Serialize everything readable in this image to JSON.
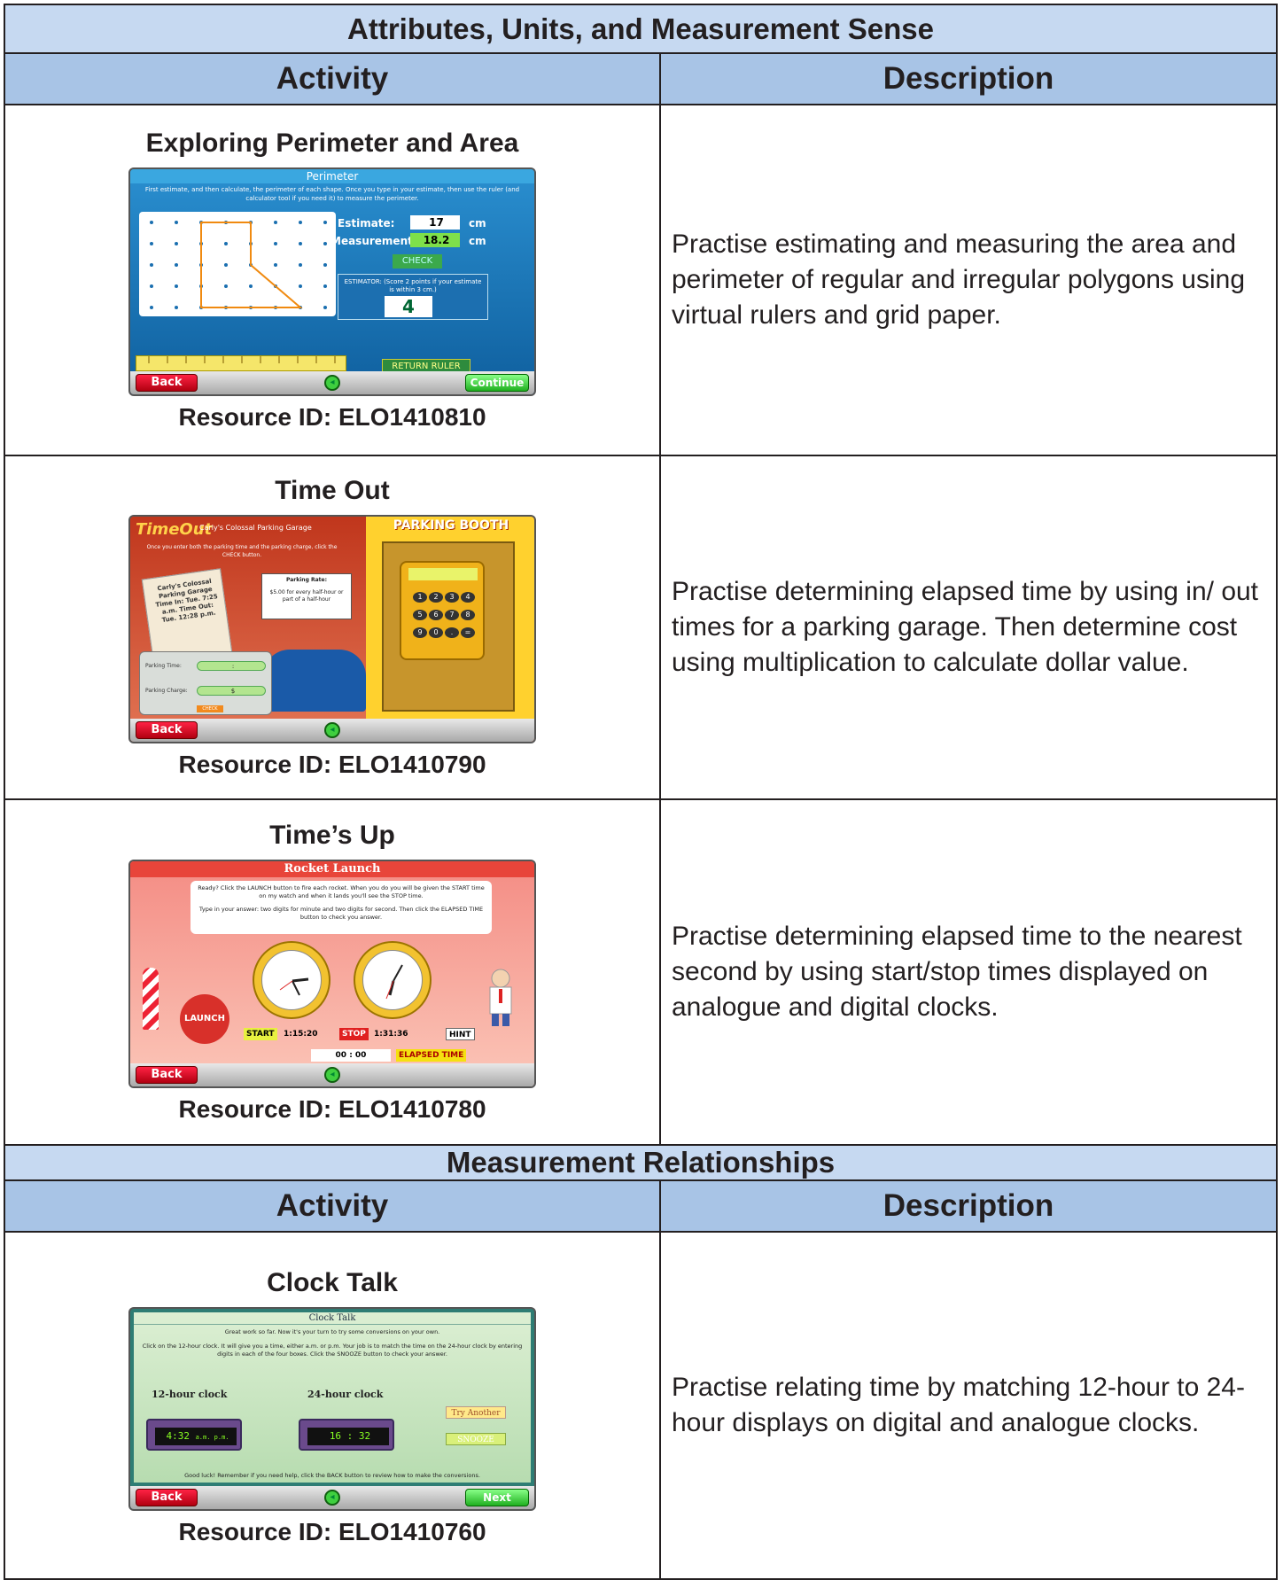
{
  "sections": [
    {
      "title": "Attributes, Units, and Measurement Sense",
      "col_activity": "Activity",
      "col_description": "Description",
      "rows": [
        {
          "title": "Exploring Perimeter and Area",
          "resource_id": "Resource ID: ELO1410810",
          "description": "Practise estimating and measuring the area and perimeter of regular and irregular polygons using virtual rulers and grid paper.",
          "shot": {
            "header": "Perimeter",
            "instructions": "First estimate, and then calculate, the perimeter of each shape. Once you type in your estimate, then use the ruler (and calculator tool if you need it) to measure the perimeter.",
            "estimate_label": "Estimate:",
            "estimate_value": "17",
            "measurement_label": "Measurement:",
            "measurement_value": "18.2",
            "unit": "cm",
            "check": "CHECK",
            "estimator_text": "ESTIMATOR: (Score 2 points if your estimate is within 3 cm.)",
            "score": "4",
            "return_ruler": "RETURN RULER",
            "back": "Back",
            "continue": "Continue"
          }
        },
        {
          "title": "Time Out",
          "resource_id": "Resource ID: ELO1410790",
          "description": "Practise determining elapsed time by using in/ out times for a parking garage. Then determine cost using multiplication to calculate dollar value.",
          "shot": {
            "logo": "TimeOut",
            "garage": "Carly's Colossal Parking Garage",
            "instructions": "Once you enter both the parking time and the parking charge, click the CHECK button.",
            "ticket": "Carly's Colossal Parking Garage Time In: Tue. 7:25 a.m. Time Out: Tue. 12:28 p.m.",
            "rate_title": "Parking Rate:",
            "rate_text": "$5.00 for every half-hour or part of a half-hour",
            "parking_time_label": "Parking Time:",
            "parking_time_value": ":",
            "parking_charge_label": "Parking Charge:",
            "parking_charge_value": "$",
            "check": "CHECK",
            "booth": "PARKING BOOTH",
            "keys": [
              "1",
              "2",
              "3",
              "4",
              "5",
              "6",
              "7",
              "8",
              "9",
              "0",
              ".",
              "="
            ],
            "back": "Back"
          }
        },
        {
          "title": "Time’s Up",
          "resource_id": "Resource ID: ELO1410780",
          "description": "Practise determining elapsed time to the nearest second by using start/stop times displayed on analogue and digital clocks.",
          "shot": {
            "header": "Rocket Launch",
            "instructions_1": "Ready? Click the LAUNCH button to fire each rocket. When you do you will be given the START time on my watch and when it lands you'll see the STOP time.",
            "instructions_2": "Type in your answer: two digits for minute and two digits for second. Then click the ELAPSED TIME button to check you answer.",
            "launch": "LAUNCH",
            "start_label": "START",
            "start_time": "1:15:20",
            "stop_label": "STOP",
            "stop_time": "1:31:36",
            "hint": "HINT",
            "answer": "00 : 00",
            "elapsed": "ELAPSED TIME",
            "back": "Back"
          }
        }
      ]
    },
    {
      "title": "Measurement Relationships",
      "col_activity": "Activity",
      "col_description": "Description",
      "rows": [
        {
          "title": "Clock Talk",
          "resource_id": "Resource ID: ELO1410760",
          "description": "Practise relating time by matching 12-hour to 24-hour displays on digital and analogue clocks.",
          "shot": {
            "header": "Clock Talk",
            "intro": "Great work so far. Now it's your turn to try some conversions on your own.",
            "instructions": "Click on the 12-hour clock. It will give you a time, either a.m. or p.m. Your job is to match the time on the 24-hour clock by entering digits in each of the four boxes. Click the SNOOZE button to check your answer.",
            "label_12": "12-hour clock",
            "label_24": "24-hour clock",
            "time_12": "4:32",
            "ampm": "a.m. p.m.",
            "time_24": "16 : 32",
            "try_another": "Try Another",
            "snooze": "SNOOZE",
            "footer": "Good luck! Remember if you need help, click the BACK button to review how to make the conversions.",
            "back": "Back",
            "next": "Next"
          }
        }
      ]
    }
  ]
}
